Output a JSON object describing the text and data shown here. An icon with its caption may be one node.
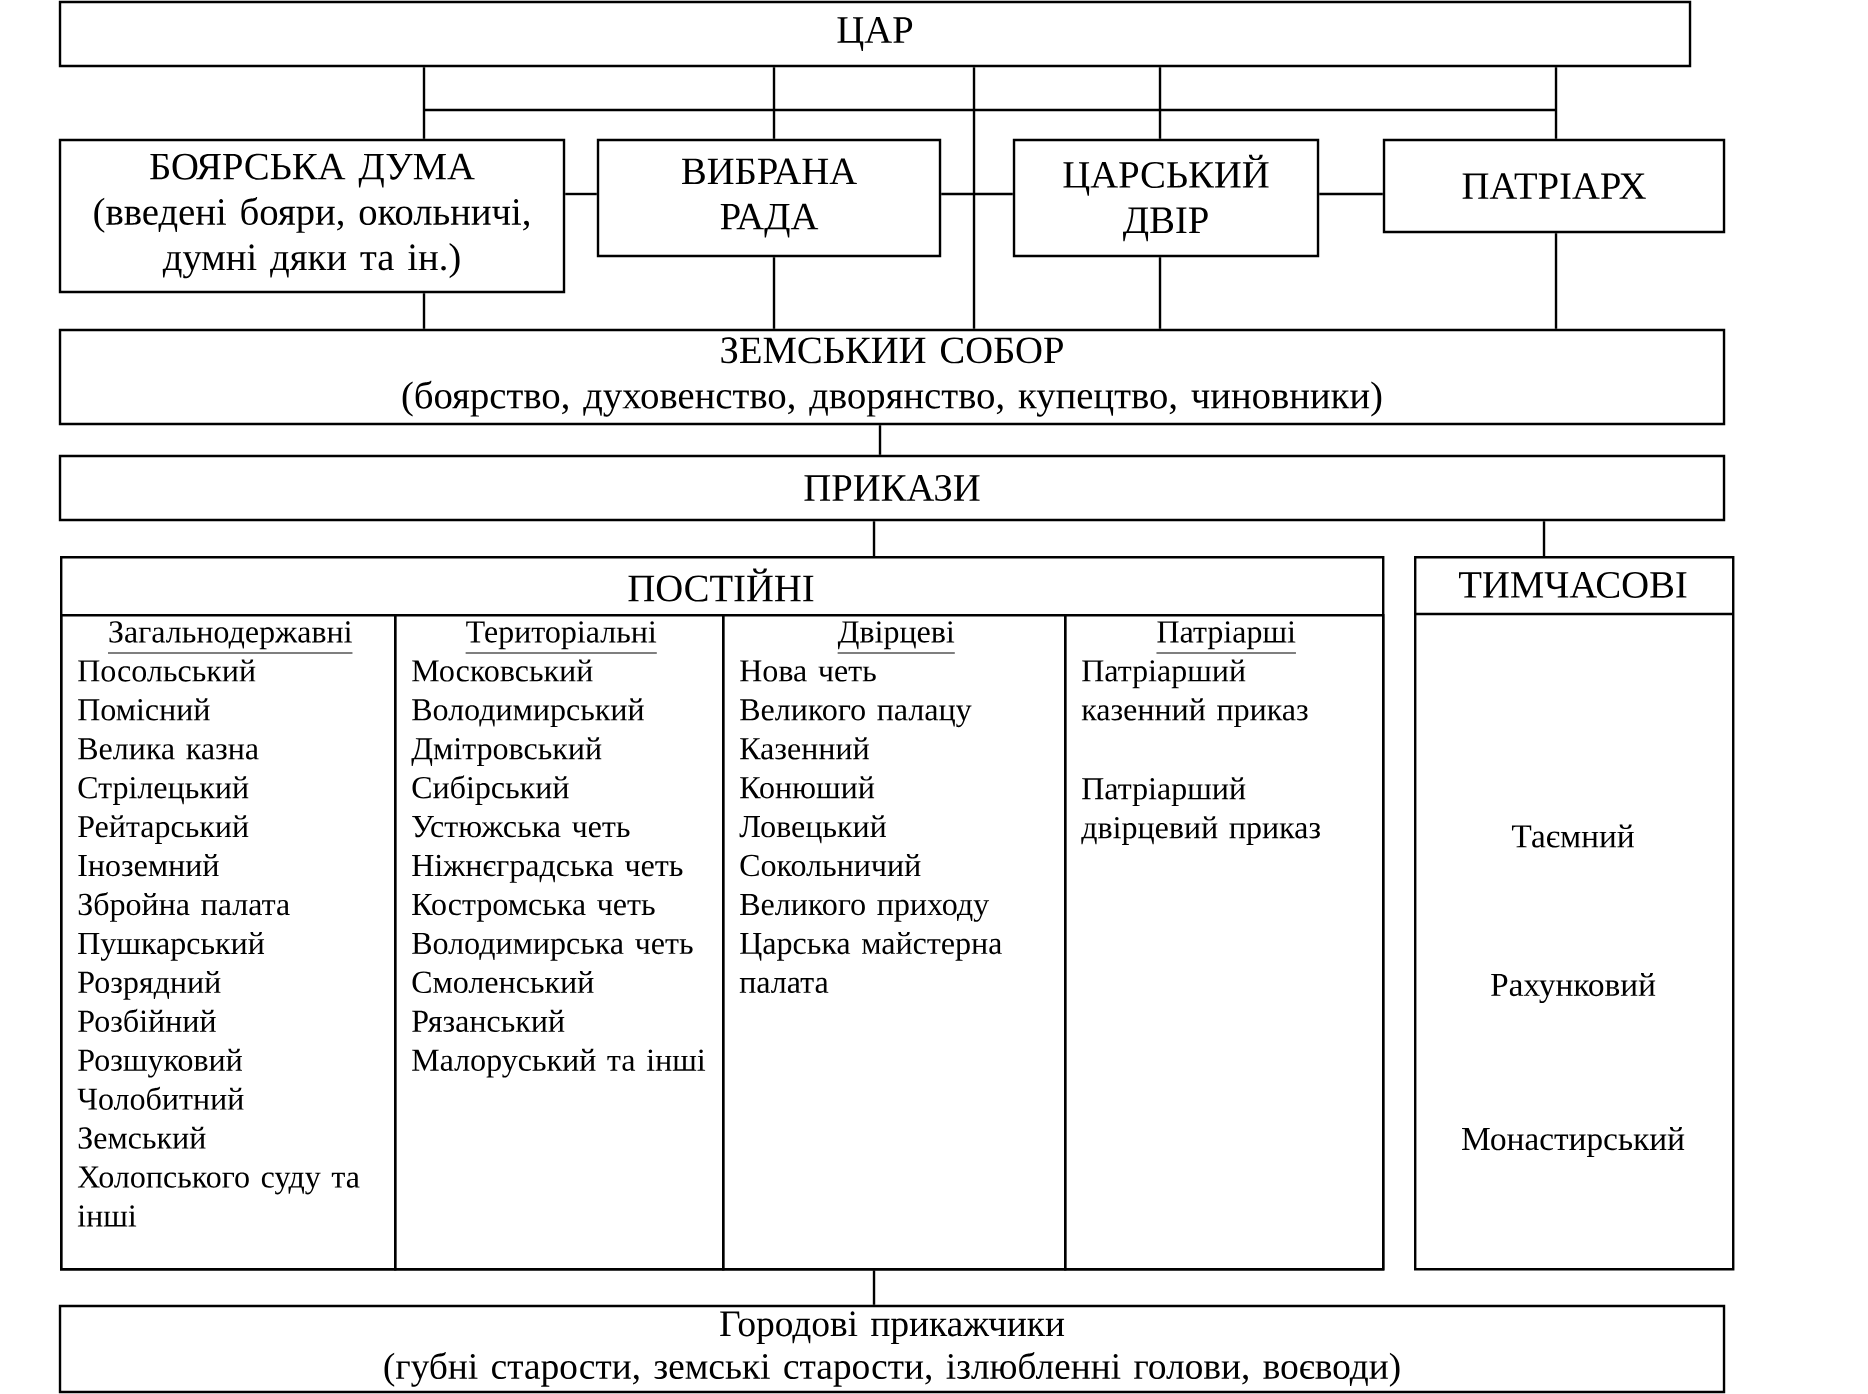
{
  "diagram": {
    "nodes": [
      {
        "text": [
          "ЦАР"
        ]
      },
      {
        "text": [
          "БОЯРСЬКА ДУМА",
          "(введені бояри, окольничі, думні дяки та ін.)"
        ]
      },
      {
        "text": [
          "ВИБРАНА РАДА"
        ]
      },
      {
        "text": [
          "ЦАРСЬКИЙ ДВІР"
        ]
      },
      {
        "text": [
          "ПАТРІАРХ"
        ]
      },
      {
        "text": [
          "ЗЕМСЬКИИ СОБОР",
          "(боярство, духовенство, дворянство, купецтво, чиновники)"
        ]
      },
      {
        "text": [
          "ПРИКАЗИ"
        ]
      },
      {
        "text": [
          "ПОСТІЙНІ"
        ]
      },
      {
        "text": [
          "Загальнодержавні",
          "Посольський",
          "Помісний",
          "Велика казна",
          "Стрілецький",
          "Рейтарський",
          "Іноземний",
          "Збройна палата",
          "Пушкарський",
          "Розрядний",
          "Розбійний",
          "Розшуковий",
          "Чолобитний",
          "Земський",
          "Холопського суду та інші"
        ],
        "in": 7
      },
      {
        "text": [
          "Територіальні",
          "Московський",
          "Володимирський",
          "Дмітровський",
          "Сибірський",
          "Устюжська четь",
          "Ніжнєградська четь",
          "Костромська четь",
          "Володимирська четь",
          "Смоленський",
          "Рязанський",
          "Малоруський та інші"
        ],
        "in": 7
      },
      {
        "text": [
          "Двірцеві",
          "Нова четь",
          "Великого палацу",
          "Казенний",
          "Конюший",
          "Ловецький",
          "Сокольничий",
          "Великого приходу",
          "Царська майстерна палата"
        ],
        "in": 7
      },
      {
        "text": [
          "Патріарші",
          "Патріарший казенний приказ",
          "Патріарший двірцевий приказ"
        ],
        "in": 7
      },
      {
        "text": [
          "ТИМЧАСОВІ",
          "Таємний",
          "Рахунковий",
          "Монастирський"
        ]
      },
      {
        "text": [
          "Городові прикажчики",
          "(губні старости, земські старости, ізлюбленні голови, воєводи)"
        ]
      }
    ],
    "edges": [
      {
        "from": 0,
        "to": 1,
        "arrow": "none"
      },
      {
        "from": 0,
        "to": 2,
        "arrow": "none"
      },
      {
        "from": 0,
        "to": 3,
        "arrow": "none"
      },
      {
        "from": 0,
        "to": 4,
        "arrow": "none"
      },
      {
        "from": 0,
        "to": 5,
        "arrow": "none"
      },
      {
        "from": 1,
        "to": 2,
        "arrow": "none"
      },
      {
        "from": 2,
        "to": 3,
        "arrow": "none"
      },
      {
        "from": 3,
        "to": 4,
        "arrow": "none"
      },
      {
        "from": 1,
        "to": 5,
        "arrow": "none"
      },
      {
        "from": 2,
        "to": 5,
        "arrow": "none"
      },
      {
        "from": 3,
        "to": 5,
        "arrow": "none"
      },
      {
        "from": 4,
        "to": 5,
        "arrow": "none"
      },
      {
        "from": 5,
        "to": 6,
        "arrow": "none"
      },
      {
        "from": 6,
        "to": 7,
        "arrow": "none"
      },
      {
        "from": 6,
        "to": 12,
        "arrow": "none"
      },
      {
        "from": 7,
        "to": 13,
        "arrow": "none"
      }
    ]
  }
}
